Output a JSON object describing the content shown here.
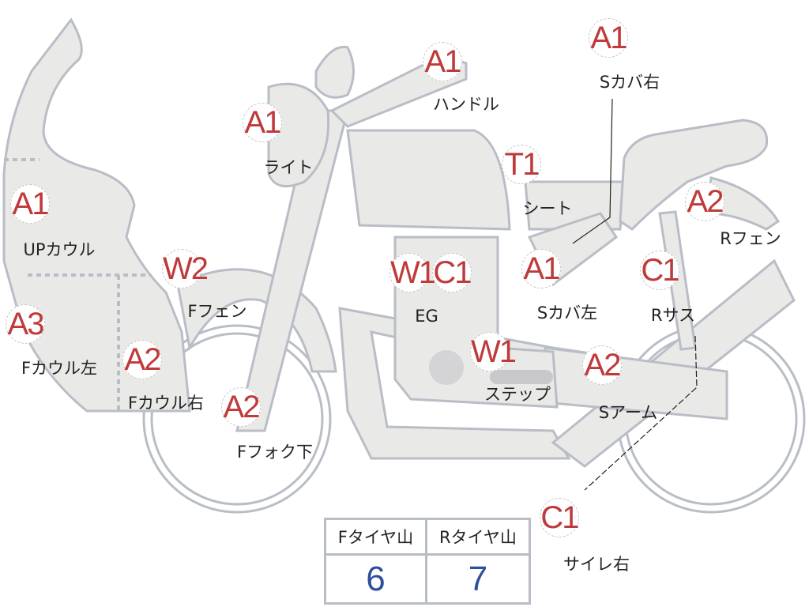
{
  "markers": [
    {
      "code": "A1",
      "label": "ハンドル"
    },
    {
      "code": "A1",
      "label": "Sカバ右"
    },
    {
      "code": "A1",
      "label": "ライト"
    },
    {
      "code": "T1",
      "label": "シート"
    },
    {
      "code": "A1",
      "label": "UPカウル"
    },
    {
      "code": "A2",
      "label": "Rフェン"
    },
    {
      "code": "W2",
      "label": "Fフェン"
    },
    {
      "code": "W1",
      "label": ""
    },
    {
      "code": "C1",
      "label": "EG"
    },
    {
      "code": "A1",
      "label": "Sカバ左"
    },
    {
      "code": "C1",
      "label": "Rサス"
    },
    {
      "code": "A3",
      "label": "Fカウル左"
    },
    {
      "code": "A2",
      "label": "Fカウル右"
    },
    {
      "code": "W1",
      "label": "ステップ"
    },
    {
      "code": "A2",
      "label": "Sアーム"
    },
    {
      "code": "A2",
      "label": "Fフォク下"
    },
    {
      "code": "C1",
      "label": "サイレ右"
    }
  ],
  "tire_table": {
    "front_header": "Fタイヤ山",
    "rear_header": "Rタイヤ山",
    "front_value": "6",
    "rear_value": "7"
  },
  "colors": {
    "grade": "#bf3a3a",
    "tire_value": "#2e4f9e",
    "body": "#e9e9e7",
    "outline": "#b9bdc6"
  }
}
